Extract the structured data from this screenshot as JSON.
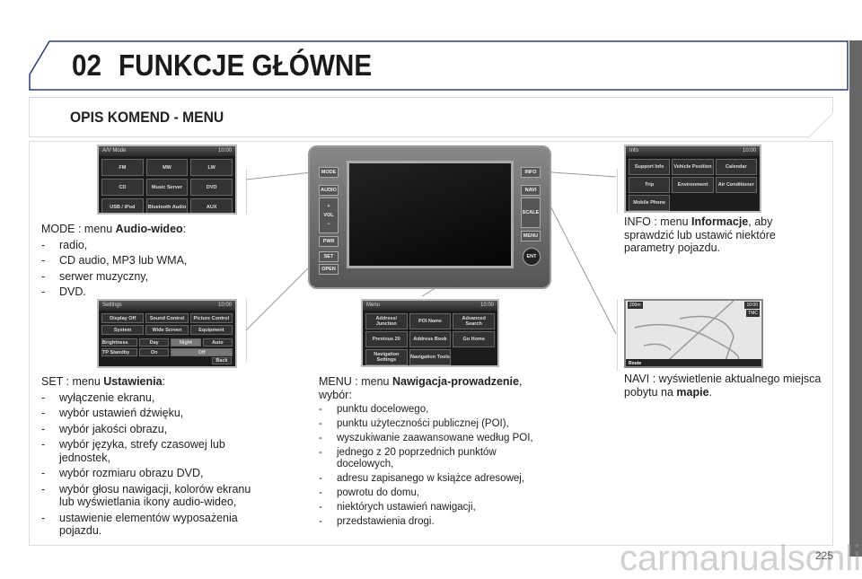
{
  "header": {
    "chapter": "02",
    "title": "FUNKCJE GŁÓWNE"
  },
  "section": {
    "title": "OPIS KOMEND - MENU"
  },
  "screens": {
    "av": {
      "title": "A/V Mode",
      "clock": "10:00",
      "buttons": [
        "FM",
        "MW",
        "LW",
        "CD",
        "Music Server",
        "DVD",
        "USB / iPod",
        "Bluetooth Audio",
        "AUX"
      ]
    },
    "settings": {
      "title": "Settings",
      "clock": "10:00",
      "buttons": [
        "Display Off",
        "Sound Control",
        "Picture Control",
        "System",
        "Wide Screen",
        "Equipment"
      ],
      "brightness_label": "Brightness",
      "brightness_options": [
        "Day",
        "Night",
        "Auto"
      ],
      "standby_label": "TP Standby",
      "standby_options": [
        "On",
        "Off"
      ],
      "back": "Back"
    },
    "menu": {
      "title": "Menu",
      "clock": "10:00",
      "buttons": [
        "Address/ Junction",
        "POI Name",
        "Advanced Search",
        "Previous 20",
        "Address Book",
        "Go Home",
        "Navigation Settings",
        "Navigation Tools"
      ]
    },
    "info": {
      "title": "Info",
      "clock": "10:00",
      "buttons": [
        "Support Info",
        "Vehicle Position",
        "Calendar",
        "Trip",
        "Environment",
        "Air Conditioner",
        "Mobile Phone"
      ]
    },
    "map": {
      "scale": "200m",
      "clock": "10:00",
      "tmc": "TMC",
      "route": "Route"
    }
  },
  "device": {
    "left_buttons": [
      "MODE",
      "AUDIO",
      "+",
      "VOL",
      "−",
      "PWR",
      "SET",
      "OPEN"
    ],
    "right_buttons": [
      "INFO",
      "NAVI",
      "SCALE",
      "MENU",
      "ENT"
    ]
  },
  "mode": {
    "prefix": "MODE : menu ",
    "bold": "Audio-wideo",
    "suffix": ":",
    "items": [
      "radio,",
      "CD audio, MP3 lub WMA,",
      "serwer muzyczny,",
      "DVD."
    ]
  },
  "set": {
    "prefix": "SET : menu ",
    "bold": "Ustawienia",
    "suffix": ":",
    "items": [
      "wyłączenie ekranu,",
      "wybór ustawień dźwięku,",
      "wybór jakości obrazu,",
      "wybór języka, strefy czasowej lub jednostek,",
      "wybór rozmiaru obrazu DVD,",
      "wybór głosu nawigacji, kolorów ekranu lub wyświetlania ikony audio-wideo,",
      "ustawienie elementów wyposażenia pojazdu."
    ]
  },
  "menu": {
    "prefix": "MENU : menu ",
    "bold": "Nawigacja-prowadzenie",
    "suffix": ", wybór:",
    "items": [
      "punktu docelowego,",
      "punktu użyteczności publicznej (POI),",
      "wyszukiwanie zaawansowane według POI,",
      "jednego z 20 poprzednich punktów docelowych,",
      "adresu zapisanego w książce adresowej,",
      "powrotu do domu,",
      "niektórych ustawień nawigacji,",
      "przedstawienia drogi."
    ]
  },
  "info": {
    "prefix": "INFO : menu ",
    "bold": "Informacje",
    "suffix": ", aby sprawdzić lub ustawić niektóre parametry pojazdu."
  },
  "navi": {
    "prefix": "NAVI : wyświetlenie aktualnego miejsca pobytu na ",
    "bold": "mapie",
    "suffix": "."
  },
  "page_number": "225",
  "watermark": "carmanualsonline.info"
}
